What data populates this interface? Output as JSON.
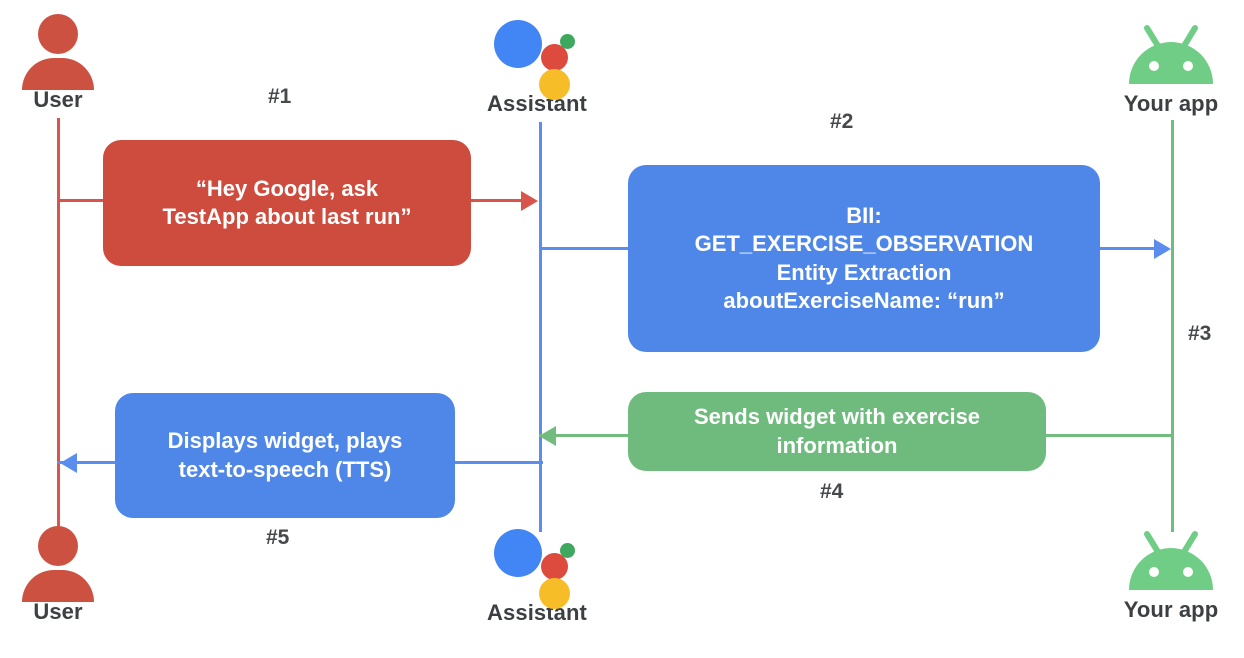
{
  "diagram": {
    "title": "Google Assistant App Action sequence diagram",
    "type": "sequence-diagram",
    "background": "#ffffff",
    "colors": {
      "user_red": "#cd4c3e",
      "assistant_blue": "#4f87e8",
      "app_green": "#6fbb7e",
      "lifeline_red": "#d9544a",
      "lifeline_blue": "#5b8dee",
      "lifeline_green": "#72bc80",
      "label_gray": "#3c4043",
      "google_blue": "#4285f4",
      "google_red": "#dd4b3e",
      "google_green": "#3fa85f",
      "google_yellow": "#f7bd29"
    }
  },
  "actors": {
    "user_top": {
      "label": "User",
      "icon": "user-avatar-icon"
    },
    "assistant_top": {
      "label": "Assistant",
      "icon": "google-assistant-icon"
    },
    "app_top": {
      "label": "Your app",
      "icon": "android-robot-icon"
    },
    "user_bottom": {
      "label": "User",
      "icon": "user-avatar-icon"
    },
    "assistant_bottom": {
      "label": "Assistant",
      "icon": "google-assistant-icon"
    },
    "app_bottom": {
      "label": "Your app",
      "icon": "android-robot-icon"
    }
  },
  "steps": {
    "one": "#1",
    "two": "#2",
    "three": "#3",
    "four": "#4",
    "five": "#5"
  },
  "messages": {
    "utterance": {
      "step": "#1",
      "from": "User",
      "to": "Assistant",
      "color": "red",
      "lines": [
        "“Hey Google, ask",
        "TestApp about last run”"
      ]
    },
    "bii": {
      "step": "#2",
      "from": "Assistant",
      "to": "Your app",
      "color": "blue",
      "lines": [
        "BII:",
        "GET_EXERCISE_OBSERVATION",
        "Entity Extraction",
        "aboutExerciseName: “run”"
      ]
    },
    "deeplink": {
      "step": "#3",
      "from": "Assistant",
      "to": "Your app",
      "color": "blue",
      "lines": []
    },
    "widget_response": {
      "step": "#4",
      "from": "Your app",
      "to": "Assistant",
      "color": "green",
      "lines": [
        "Sends widget with exercise",
        "information"
      ]
    },
    "tts": {
      "step": "#5",
      "from": "Assistant",
      "to": "User",
      "color": "blue",
      "lines": [
        "Displays widget, plays",
        "text-to-speech (TTS)"
      ]
    }
  }
}
